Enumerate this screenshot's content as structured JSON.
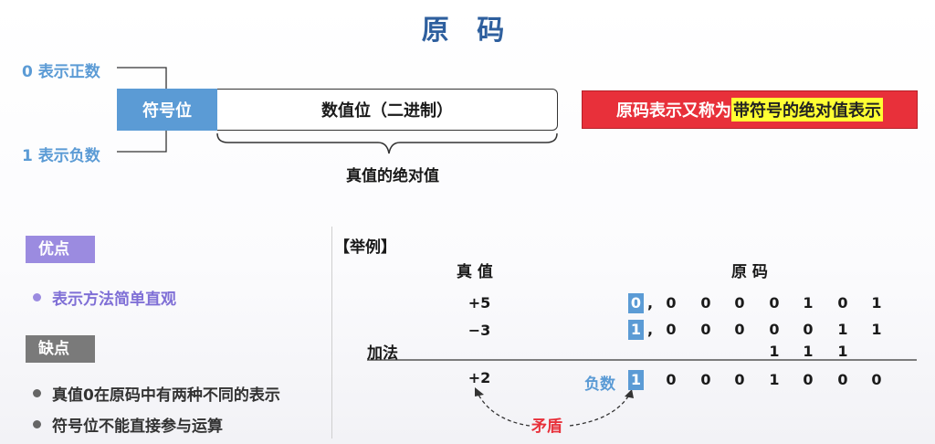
{
  "title": "原 码",
  "sign_bit": {
    "positive_note": "0 表示正数",
    "negative_note": "1 表示负数",
    "label": "符号位"
  },
  "value_bits": {
    "label": "数值位（二进制）",
    "brace_label": "真值的绝对值"
  },
  "definition": {
    "prefix": "原码表示又称为",
    "highlight": "带符号的绝对值表示"
  },
  "pros": {
    "tag": "优点",
    "items": [
      "表示方法简单直观"
    ]
  },
  "cons": {
    "tag": "缺点",
    "items": [
      "真值0在原码中有两种不同的表示",
      "符号位不能直接参与运算"
    ]
  },
  "example": {
    "heading": "【举例】",
    "col_true": "真 值",
    "col_code": "原 码",
    "op_label": "加法",
    "rows": [
      {
        "value": "+5",
        "sign": "0",
        "comma": ",",
        "bits": [
          "0",
          "0",
          "0",
          "0",
          "1",
          "0",
          "1"
        ]
      },
      {
        "value": "−3",
        "sign": "1",
        "comma": ",",
        "bits": [
          "0",
          "0",
          "0",
          "0",
          "0",
          "1",
          "1"
        ]
      }
    ],
    "carries": [
      "1",
      "1",
      "1"
    ],
    "result": {
      "value": "+2",
      "note": "负数",
      "sign": "1",
      "bits": [
        "0",
        "0",
        "0",
        "1",
        "0",
        "0",
        "0"
      ]
    },
    "contradiction": "矛盾"
  },
  "colors": {
    "title": "#2e5f9e",
    "accent_blue": "#5b9bd5",
    "red": "#e8303a",
    "yellow": "#ffff33",
    "pro_purple": "#9b8be0",
    "con_gray": "#7a7a7a"
  }
}
